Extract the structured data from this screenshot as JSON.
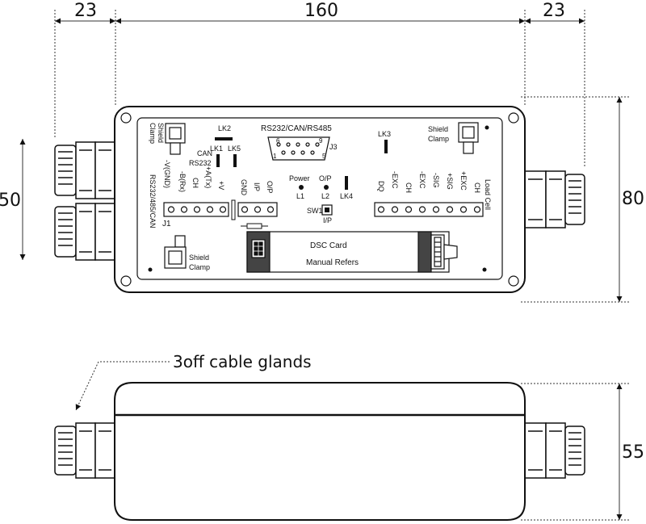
{
  "dimensions": {
    "gland_left": "23",
    "body_width": "160",
    "gland_right": "23",
    "left_height": "50",
    "right_height": "80",
    "side_height": "55"
  },
  "labels": {
    "lk2": "LK2",
    "lk1": "LK1",
    "lk5": "LK5",
    "lk3": "LK3",
    "lk4": "LK4",
    "can": "CAN",
    "rs232": "RS232",
    "title_comm": "RS232/CAN/RS485",
    "j3": "J3",
    "shield_clamp_tl_1": "Shield",
    "shield_clamp_tl_2": "Clamp",
    "shield_clamp_tr_1": "Shield",
    "shield_clamp_tr_2": "Clamp",
    "shield_clamp_bl_1": "Shield",
    "shield_clamp_bl_2": "Clamp",
    "power": "Power",
    "op": "O/P",
    "l1": "L1",
    "l2": "L2",
    "sw1": "SW1",
    "ip_sw": "I/P",
    "j1": "J1",
    "rs232_485_can": "RS232/485/CAN",
    "dsc_card": "DSC Card",
    "manual_refers": "Manual Refers",
    "load_cell": "Load Cell",
    "callout": "3off cable glands"
  },
  "db9_pins": {
    "p6": "6",
    "p9": "9",
    "p1": "1",
    "p5": "5"
  },
  "j1_terminals": [
    "-V(GND)",
    "-B(Rx)",
    "CH",
    "+A(Tx)",
    "+V"
  ],
  "io_terminals": [
    "GND",
    "I/P",
    "O/P"
  ],
  "load_cell_terminals": [
    "DQ",
    "-EXC",
    "CH",
    "-EXC",
    "-SIG",
    "+SIG",
    "+EXC",
    "CH"
  ]
}
